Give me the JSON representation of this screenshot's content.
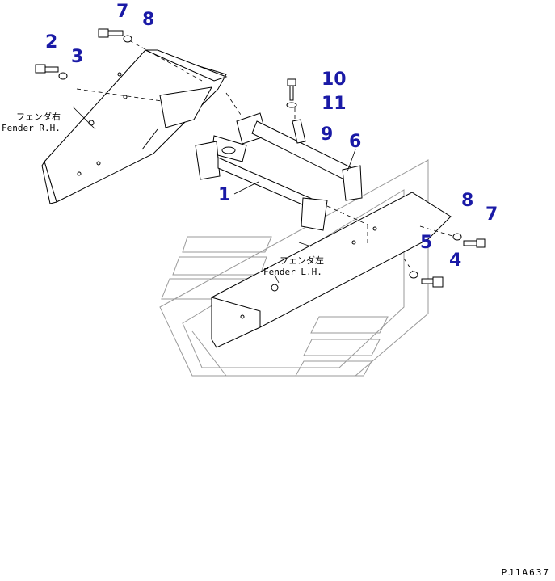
{
  "callouts": {
    "c1": "1",
    "c2": "2",
    "c3": "3",
    "c4": "4",
    "c5": "5",
    "c6": "6",
    "c7a": "7",
    "c7b": "7",
    "c8a": "8",
    "c8b": "8",
    "c9": "9",
    "c10": "10",
    "c11": "11"
  },
  "labels": {
    "fender_rh_jp": "フェンダ右",
    "fender_rh_en": "Fender R.H.",
    "fender_lh_jp": "フェンダ左",
    "fender_lh_en": "Fender L.H."
  },
  "drawing_code": "PJ1A637",
  "colors": {
    "callout": "#1a1aa6",
    "line": "#000000",
    "ghost": "#9a9a9a"
  }
}
